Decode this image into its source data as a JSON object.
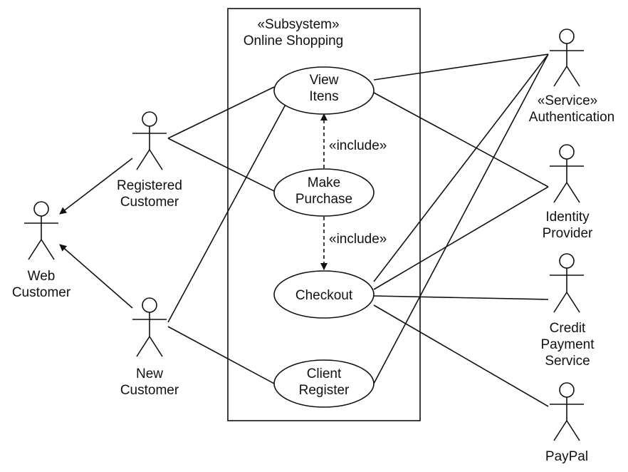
{
  "subsystem": {
    "stereotype": "«Subsystem»",
    "name": "Online Shopping"
  },
  "use_cases": {
    "view_items": [
      "View",
      "Itens"
    ],
    "make_purchase": [
      "Make",
      "Purchase"
    ],
    "checkout": [
      "Checkout"
    ],
    "client_register": [
      "Client",
      "Register"
    ]
  },
  "actors": {
    "web_customer": [
      "Web",
      "Customer"
    ],
    "registered_customer": [
      "Registered",
      "Customer"
    ],
    "new_customer": [
      "New",
      "Customer"
    ],
    "authentication": [
      "«Service»",
      "Authentication"
    ],
    "identity_provider": [
      "Identity",
      "Provider"
    ],
    "credit_payment": [
      "Credit",
      "Payment",
      "Service"
    ],
    "paypal": [
      "PayPal"
    ]
  },
  "relations": {
    "include_view": "«include»",
    "include_checkout": "«include»"
  }
}
